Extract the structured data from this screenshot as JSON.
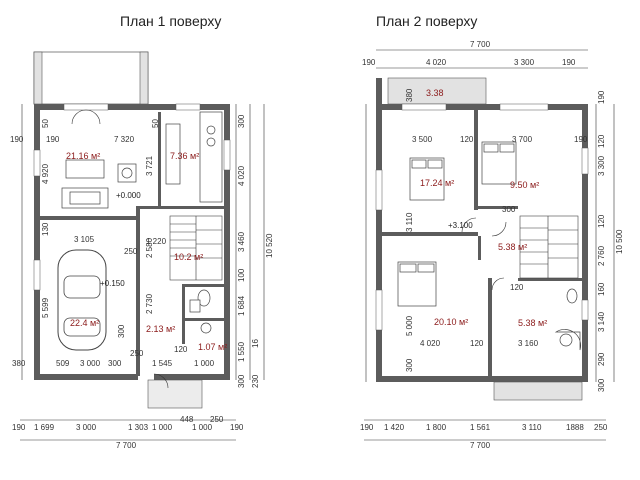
{
  "plans": [
    {
      "title": "План 1 поверху",
      "top_dims": [],
      "bottom_dims": [
        "190",
        "1 699",
        "3 000",
        "1 303",
        "1 000",
        "448",
        "1 000",
        "250",
        "190"
      ],
      "total_width": "7 700",
      "rooms": {
        "living": {
          "area": "21.16 м²"
        },
        "kitchen": {
          "area": "7.36 м²"
        },
        "garage": {
          "area": "22.4 м²"
        },
        "hall": {
          "area": "10.2 м²"
        },
        "wc": {
          "area": "2.13 м²"
        },
        "boiler": {
          "area": "1.07 м²"
        }
      },
      "levels": {
        "living": "+0.000",
        "garage": "+0.150"
      },
      "inner_dims": {
        "living_w": "7 320",
        "living_left": "190",
        "living_wall": "50",
        "kitchen_h": "3 721",
        "living_h": "4 920",
        "garage_w": "3 105",
        "garage_top": "130",
        "hall_w": "1 220",
        "hall_h": "2 580",
        "wc_h": "2 730",
        "wc_w": "120",
        "bottom_a": "509",
        "bottom_b": "3 000",
        "bottom_c": "300",
        "bottom_d": "1 545",
        "bottom_e": "1 000",
        "garage_h": "5 599",
        "left_380": "380",
        "car_300": "300",
        "w250": "250",
        "w130b": "130"
      },
      "right_dims": [
        "300",
        "4 020",
        "3 460",
        "10 520",
        "100",
        "1 684",
        "1 550",
        "16",
        "300",
        "230"
      ]
    },
    {
      "title": "План 2 поверху",
      "top_dims": [
        "190",
        "4 020",
        "3 300",
        "190"
      ],
      "bottom_dims": [
        "190",
        "1 420",
        "1 800",
        "1 561",
        "3 110",
        "1888",
        "250"
      ],
      "total_width": "7 700",
      "rooms": {
        "bed1": {
          "area": "17.24 м²"
        },
        "bed2": {
          "area": "9.50 м²"
        },
        "bed3": {
          "area": "20.10 м²"
        },
        "hall": {
          "area": "5.38 м²"
        },
        "bath": {
          "area": "5.38 м²"
        },
        "balcony": {
          "area": "3.38"
        }
      },
      "levels": {
        "hall": "+3.100"
      },
      "inner_dims": {
        "bed1_w": "3 500",
        "bed2_w": "3 700",
        "w120a": "120",
        "bed1_h": "3 110",
        "bed3_h": "5 000",
        "bed3_w": "4 020",
        "bath_w": "3 160",
        "w120b": "120",
        "w120c": "120",
        "w300": "300",
        "b190": "190",
        "b120": "120",
        "top_380": "380",
        "bal_w": "300"
      },
      "right_dims": [
        "190",
        "3 300",
        "120",
        "2 760",
        "10 500",
        "160",
        "3 140",
        "290",
        "300",
        "120"
      ]
    }
  ]
}
